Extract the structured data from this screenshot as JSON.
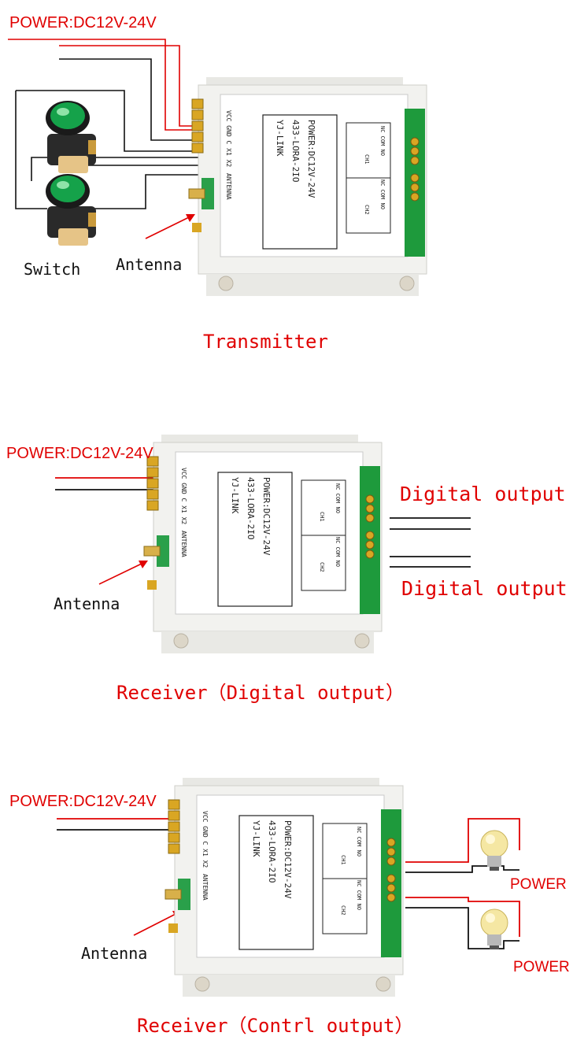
{
  "colors": {
    "accent": "#e00000",
    "module_body": "#f2f2ef",
    "terminal_green": "#1e9a3c",
    "terminal_yellow": "#d9a623",
    "button_green": "#15a24a",
    "wire": "#111111"
  },
  "transmitter": {
    "power": "POWER:DC12V-24V",
    "switch_label": "Switch",
    "antenna_label": "Antenna",
    "caption": "Transmitter"
  },
  "receiver_digital": {
    "power": "POWER:DC12V-24V",
    "antenna_label": "Antenna",
    "output_1": "Digital output",
    "output_2": "Digital output",
    "caption": "Receiver（Digital output）"
  },
  "receiver_control": {
    "power": "POWER:DC12V-24V",
    "antenna_label": "Antenna",
    "lamp_label_1": "POWER",
    "lamp_label_2": "POWER",
    "caption": "Receiver（Contrl output）"
  },
  "module": {
    "brand": "YJ-LINK",
    "model": "433-LORA-2IO",
    "power": "POWER:DC12V-24V",
    "pins": "VCC GND C X1 X2",
    "antenna": "ANTENNA",
    "ch1_terms": "NC COM NO",
    "ch2_terms": "NC COM NO",
    "ch1": "CH1",
    "ch2": "CH2"
  }
}
